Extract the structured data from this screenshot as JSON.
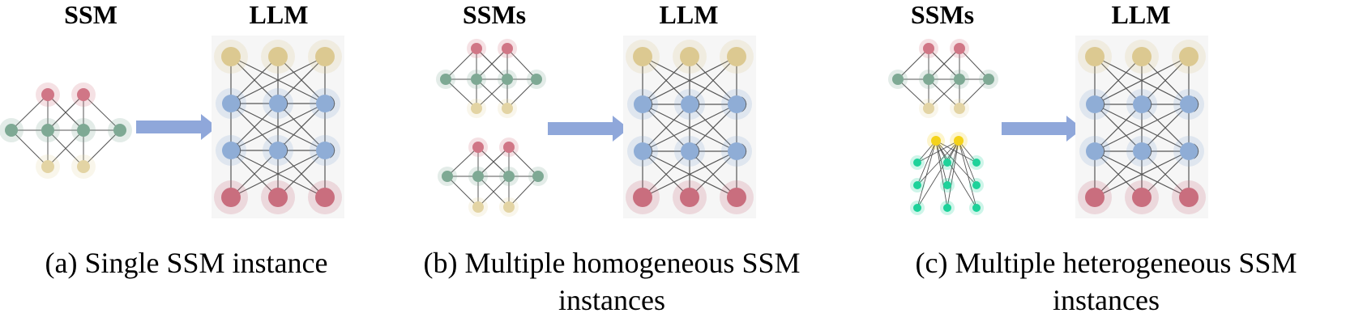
{
  "panels": [
    {
      "id": "a",
      "left_label": "SSM",
      "right_label": "LLM",
      "caption": "(a) Single SSM instance"
    },
    {
      "id": "b",
      "left_label": "SSMs",
      "right_label": "LLM",
      "caption": "(b) Multiple homogeneous SSM instances"
    },
    {
      "id": "c",
      "left_label": "SSMs",
      "right_label": "LLM",
      "caption": "(c) Multiple heterogeneous SSM instances"
    }
  ],
  "colors": {
    "ssm_top": "#d07686",
    "ssm_mid": "#7ea994",
    "ssm_bottom": "#e3d4a4",
    "llm_top": "#dcc991",
    "llm_mid": "#8fadd6",
    "llm_bottom": "#c96e7e",
    "arrow": "#8fa7da",
    "hetero_top": "#f4d21a",
    "hetero_bottom": "#1ed29a",
    "edge": "#555555"
  }
}
